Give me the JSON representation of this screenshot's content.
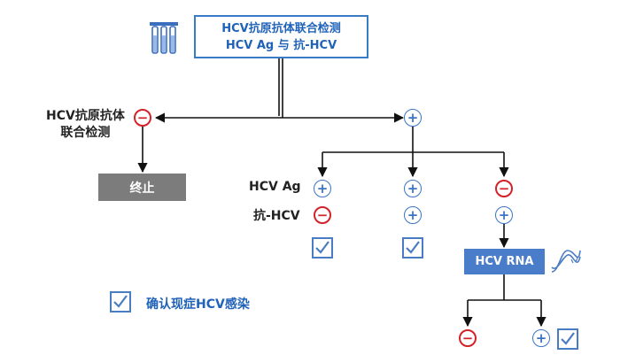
{
  "top_box": {
    "line1": "HCV抗原抗体联合检测",
    "line2": "HCV Ag 与 抗-HCV"
  },
  "left_label": {
    "line1": "HCV抗原抗体",
    "line2": "联合检测"
  },
  "symbols": {
    "positive": "+",
    "negative": "−"
  },
  "stop_label": "终止",
  "row_labels": {
    "ag": "HCV Ag",
    "anti": "抗-HCV"
  },
  "rna_label": "HCV RNA",
  "legend_label": "确认现症HCV感染",
  "colors": {
    "blue": "#3a73c8",
    "red": "#d3222a",
    "gray": "#7c7c7c",
    "box_blue": "#4a7dc9"
  },
  "icons": [
    "test-tubes-icon",
    "dna-icon",
    "checkbox-checked-icon"
  ]
}
